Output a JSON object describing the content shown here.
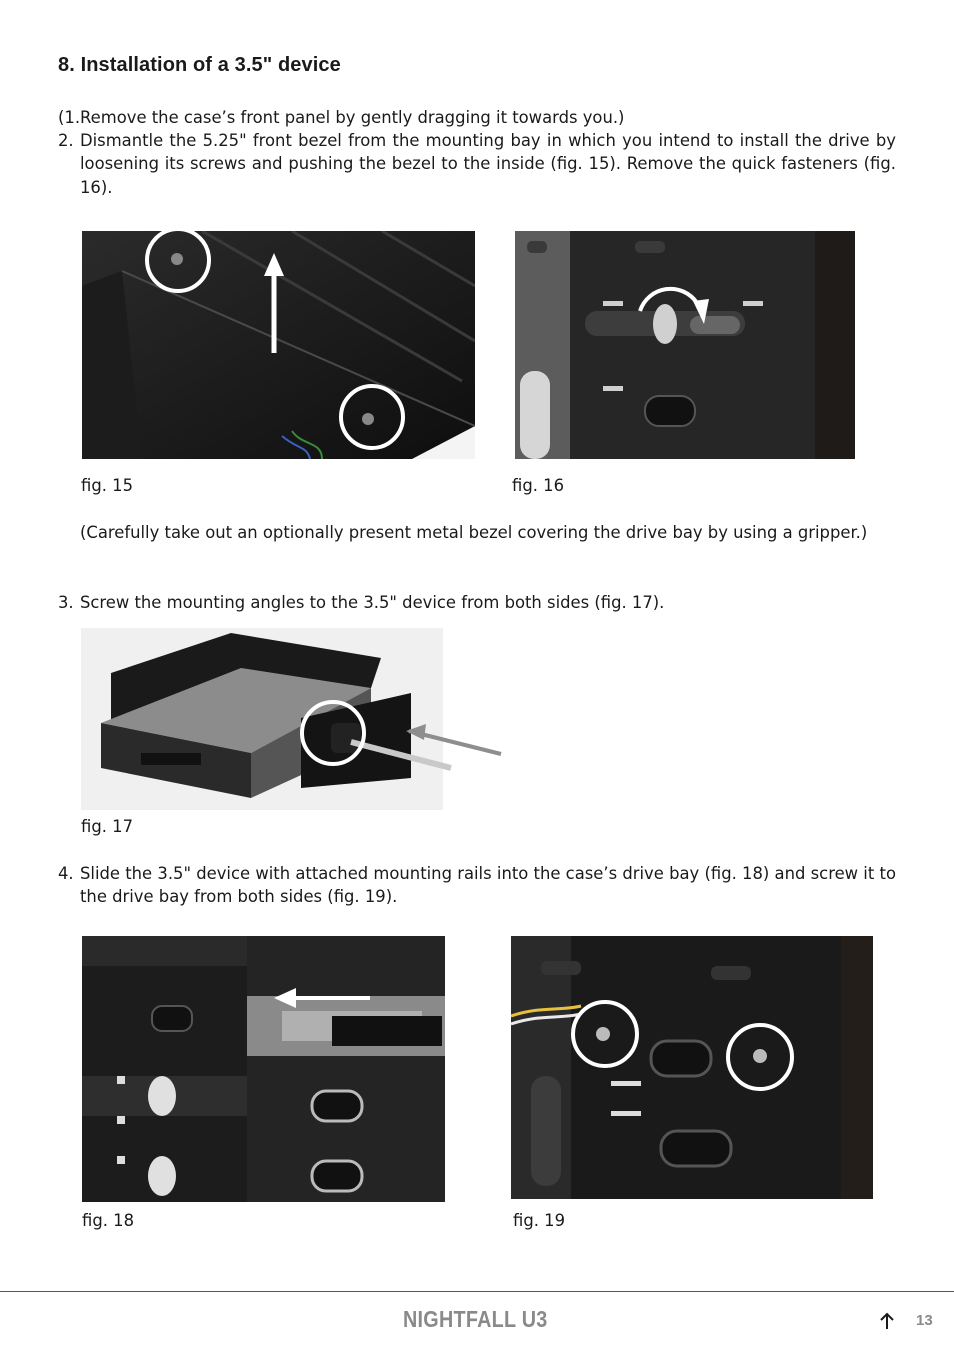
{
  "section": {
    "number": "8.",
    "title": "Installation of a 3.5\" device"
  },
  "steps": {
    "step1": "(1.Remove the case’s front panel by gently dragging it towards you.)",
    "step2_num": "2.",
    "step2": "Dismantle the 5.25\" front bezel from the mounting bay in which you intend to install the drive by loosening its screws and pushing the bezel to the inside (fig. 15). Remove the quick fasteners (fig. 16).",
    "note": "(Carefully take out an optionally present metal bezel covering the drive bay by using a gripper.)",
    "step3_num": "3.",
    "step3": "Screw the mounting angles to the 3.5\" device from both sides (fig. 17).",
    "step4_num": "4.",
    "step4": "Slide the 3.5\" device with attached mounting rails into the case’s drive bay (fig. 18) and screw it to the drive bay from both sides (fig. 19)."
  },
  "figures": {
    "fig15": "fig. 15",
    "fig16": "fig. 16",
    "fig17": "fig. 17",
    "fig18": "fig. 18",
    "fig19": "fig. 19"
  },
  "footer": {
    "product": "NIGHTFALL U3",
    "page": "13",
    "up_icon": "arrow-up-icon"
  },
  "colors": {
    "footer_text": "#8a8a8a",
    "annotation": "#ffffff"
  }
}
